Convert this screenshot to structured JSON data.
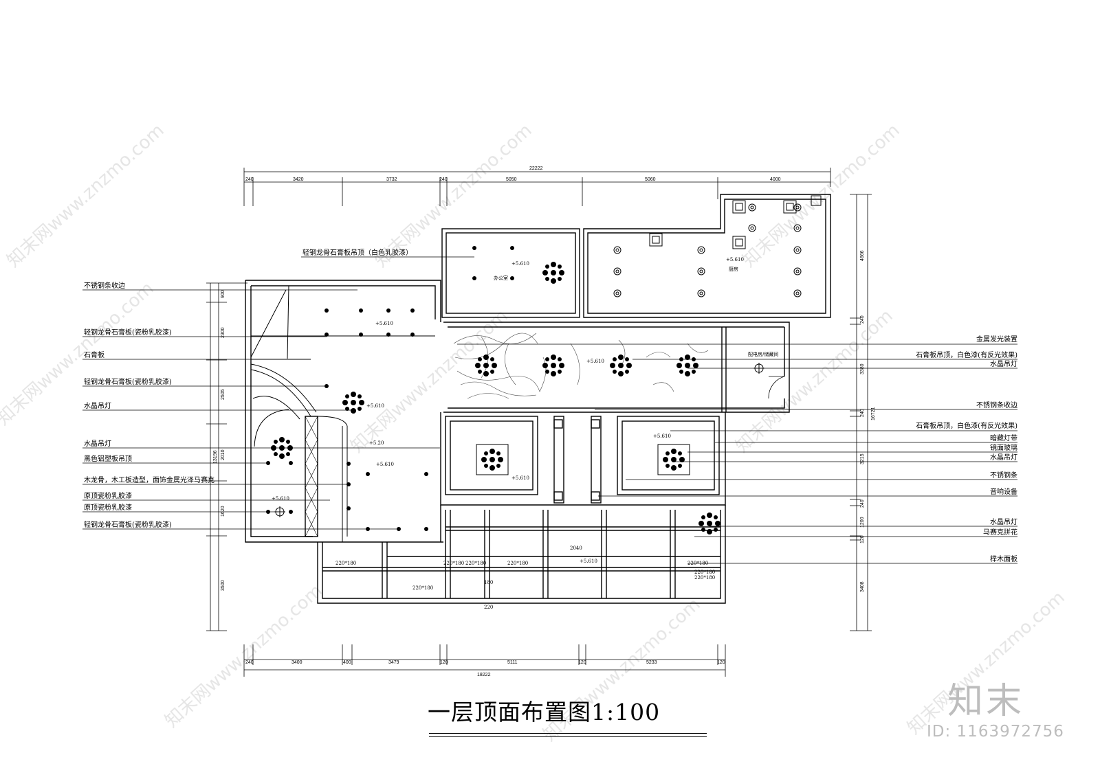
{
  "drawing": {
    "title": "一层顶面布置图1:100",
    "brand": "知末",
    "id_text": "ID: 1163972756",
    "watermark": "知末网www.znzmo.com"
  },
  "dimensions": {
    "top_total": "22222",
    "top_segments": [
      "240",
      "3420",
      "3732",
      "240",
      "5050",
      "5060",
      "4000"
    ],
    "bottom_total": "18222",
    "bottom_segments": [
      "240",
      "3400",
      "400",
      "3479",
      "120",
      "5111",
      "120",
      "5233",
      "120"
    ],
    "left_total": "13196",
    "left_segments": [
      "900",
      "2300",
      "2505",
      "2010",
      "1620",
      "3500"
    ],
    "right_total": "16721",
    "right_segments": [
      "4666",
      "240",
      "3380",
      "240",
      "3215",
      "240",
      "1200",
      "120",
      "3408"
    ]
  },
  "left_labels": [
    "轻钢龙骨石膏板吊顶（白色乳胶漆）",
    "不锈钢条收边",
    "轻钢龙骨石膏板(瓷粉乳胶漆)",
    "石膏板",
    "轻钢龙骨石膏板(瓷粉乳胶漆)",
    "水晶吊灯",
    "水晶吊灯",
    "黑色铝塑板吊顶",
    "木龙骨，木工板造型，面饰金属光泽马赛克",
    "原顶瓷粉乳胶漆",
    "原顶瓷粉乳胶漆",
    "轻钢龙骨石膏板(瓷粉乳胶漆)"
  ],
  "right_labels": [
    "金属发光装置",
    "石膏板吊顶，白色漆(有反光效果)",
    "水晶吊灯",
    "不锈钢条收边",
    "石膏板吊顶，白色漆(有反光效果)",
    "暗藏灯带",
    "镜面玻璃",
    "水晶吊灯",
    "不锈钢条",
    "音响设备",
    "水晶吊灯",
    "马赛克拼花",
    "榉木面板"
  ],
  "rooms": {
    "office": "办公室",
    "kitchen": "厨房",
    "storage": "配电房/储藏间"
  },
  "elevations": [
    "+5.610",
    "+5.20"
  ],
  "beam_labels": [
    "220*180",
    "2040",
    "180",
    "220"
  ]
}
